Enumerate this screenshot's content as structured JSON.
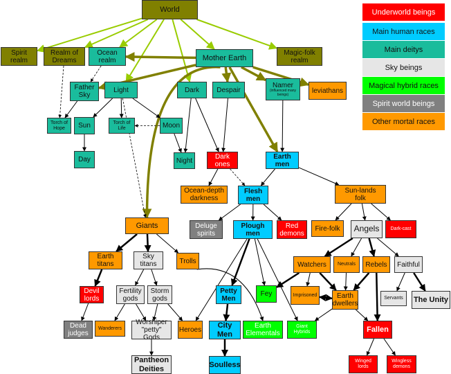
{
  "colors": {
    "world": "#808000",
    "underworld": "#ff0000",
    "human": "#00ccff",
    "deity": "#1abc9c",
    "sky": "#e6e6e6",
    "hybrid": "#00ff00",
    "spirit": "#808080",
    "mortal": "#ff9900",
    "edge_world": "#99cc00",
    "edge_olive": "#808000",
    "edge_dark": "#000000"
  },
  "legend": [
    {
      "label": "Underworld beings",
      "color": "#ff0000",
      "text_color": "#ffffff"
    },
    {
      "label": "Main human races",
      "color": "#00ccff",
      "text_color": "#111111"
    },
    {
      "label": "Main deitys",
      "color": "#1abc9c",
      "text_color": "#111111"
    },
    {
      "label": "Sky beings",
      "color": "#e6e6e6",
      "text_color": "#111111"
    },
    {
      "label": "Magical hybrid races",
      "color": "#00ff00",
      "text_color": "#111111"
    },
    {
      "label": "Spirit world beings",
      "color": "#808080",
      "text_color": "#ffffff"
    },
    {
      "label": "Other mortal races",
      "color": "#ff9900",
      "text_color": "#111111"
    }
  ],
  "nodes": [
    {
      "id": "world",
      "lines": [
        "World"
      ],
      "cat": "world"
    },
    {
      "id": "spirit-realm",
      "lines": [
        "Spirit",
        "realm"
      ],
      "cat": "world"
    },
    {
      "id": "realm-of-dreams",
      "lines": [
        "Realm of",
        "Dreams"
      ],
      "cat": "world"
    },
    {
      "id": "ocean-realm",
      "lines": [
        "Ocean",
        "realm"
      ],
      "cat": "deity"
    },
    {
      "id": "mother-earth",
      "lines": [
        "Mother Earth"
      ],
      "cat": "deity"
    },
    {
      "id": "magic-folk-realm",
      "lines": [
        "Magic-folk",
        "realm"
      ],
      "cat": "world"
    },
    {
      "id": "father-sky",
      "lines": [
        "Father",
        "Sky"
      ],
      "cat": "deity"
    },
    {
      "id": "light",
      "lines": [
        "Light"
      ],
      "cat": "deity"
    },
    {
      "id": "dark",
      "lines": [
        "Dark"
      ],
      "cat": "deity"
    },
    {
      "id": "despair",
      "lines": [
        "Despair"
      ],
      "cat": "deity"
    },
    {
      "id": "namer",
      "lines": [
        "Namer"
      ],
      "sub": "(influenced many beings)",
      "cat": "deity"
    },
    {
      "id": "leviathans",
      "lines": [
        "leviathans"
      ],
      "cat": "mortal"
    },
    {
      "id": "torch-of-hope",
      "lines": [
        "Torch of",
        "Hope"
      ],
      "cat": "deity"
    },
    {
      "id": "sun",
      "lines": [
        "Sun"
      ],
      "cat": "deity"
    },
    {
      "id": "torch-of-life",
      "lines": [
        "Torch of",
        "Life"
      ],
      "cat": "deity"
    },
    {
      "id": "moon",
      "lines": [
        "Moon"
      ],
      "cat": "deity"
    },
    {
      "id": "day",
      "lines": [
        "Day"
      ],
      "cat": "deity"
    },
    {
      "id": "night",
      "lines": [
        "Night"
      ],
      "cat": "deity"
    },
    {
      "id": "dark-ones",
      "lines": [
        "Dark",
        "ones"
      ],
      "cat": "underworld"
    },
    {
      "id": "earth-men",
      "lines": [
        "Earth",
        "men"
      ],
      "cat": "human"
    },
    {
      "id": "ocean-depth-darkness",
      "lines": [
        "Ocean-depth",
        "darkness"
      ],
      "cat": "mortal"
    },
    {
      "id": "flesh-men",
      "lines": [
        "Flesh",
        "men"
      ],
      "cat": "human"
    },
    {
      "id": "sun-lands-folk",
      "lines": [
        "Sun-lands",
        "folk"
      ],
      "cat": "mortal"
    },
    {
      "id": "giants",
      "lines": [
        "Giants"
      ],
      "cat": "mortal"
    },
    {
      "id": "deluge-spirits",
      "lines": [
        "Deluge",
        "spirits"
      ],
      "cat": "spirit"
    },
    {
      "id": "plough-men",
      "lines": [
        "Plough",
        "men"
      ],
      "cat": "human"
    },
    {
      "id": "red-demons",
      "lines": [
        "Red",
        "demons"
      ],
      "cat": "underworld"
    },
    {
      "id": "fire-folk",
      "lines": [
        "Fire-folk"
      ],
      "cat": "mortal"
    },
    {
      "id": "angels",
      "lines": [
        "Angels"
      ],
      "cat": "sky"
    },
    {
      "id": "dark-cast",
      "lines": [
        "Dark-cast"
      ],
      "cat": "underworld"
    },
    {
      "id": "earth-titans",
      "lines": [
        "Earth",
        "titans"
      ],
      "cat": "mortal"
    },
    {
      "id": "sky-titans",
      "lines": [
        "Sky",
        "titans"
      ],
      "cat": "sky"
    },
    {
      "id": "trolls",
      "lines": [
        "Trolls"
      ],
      "cat": "mortal"
    },
    {
      "id": "watchers",
      "lines": [
        "Watchers"
      ],
      "cat": "mortal"
    },
    {
      "id": "neutrals",
      "lines": [
        "Neutrals"
      ],
      "cat": "mortal"
    },
    {
      "id": "rebels",
      "lines": [
        "Rebels"
      ],
      "cat": "mortal"
    },
    {
      "id": "faithful",
      "lines": [
        "Faithful"
      ],
      "cat": "sky"
    },
    {
      "id": "devil-lords",
      "lines": [
        "Devil",
        "lords"
      ],
      "cat": "underworld"
    },
    {
      "id": "fertility-gods",
      "lines": [
        "Fertility",
        "gods"
      ],
      "cat": "sky"
    },
    {
      "id": "storm-gods",
      "lines": [
        "Storm",
        "gods"
      ],
      "cat": "sky"
    },
    {
      "id": "petty-men",
      "lines": [
        "Petty",
        "Men"
      ],
      "cat": "human"
    },
    {
      "id": "fey",
      "lines": [
        "Fey"
      ],
      "cat": "hybrid"
    },
    {
      "id": "imprisoned",
      "lines": [
        "Imprisoned"
      ],
      "cat": "mortal"
    },
    {
      "id": "earth-dwellers",
      "lines": [
        "Earth",
        "dwellers"
      ],
      "cat": "mortal"
    },
    {
      "id": "servants",
      "lines": [
        "Servants"
      ],
      "cat": "sky"
    },
    {
      "id": "the-unity",
      "lines": [
        "The Unity"
      ],
      "cat": "sky"
    },
    {
      "id": "dead-judges",
      "lines": [
        "Dead",
        "judges"
      ],
      "cat": "spirit"
    },
    {
      "id": "wanderers",
      "lines": [
        "Wanderers"
      ],
      "cat": "mortal"
    },
    {
      "id": "worshiper-petty-gods",
      "lines": [
        "Worshiper",
        "\"petty\" Gods"
      ],
      "cat": "sky"
    },
    {
      "id": "heroes",
      "lines": [
        "Heroes"
      ],
      "cat": "mortal"
    },
    {
      "id": "city-men",
      "lines": [
        "City",
        "Men"
      ],
      "cat": "human"
    },
    {
      "id": "earth-elementals",
      "lines": [
        "Earth",
        "Elementals"
      ],
      "cat": "hybrid"
    },
    {
      "id": "giant-hybrids",
      "lines": [
        "Giant",
        "Hybrids"
      ],
      "cat": "hybrid"
    },
    {
      "id": "fallen",
      "lines": [
        "Fallen"
      ],
      "cat": "underworld"
    },
    {
      "id": "pantheon-deities",
      "lines": [
        "Pantheon",
        "Deities"
      ],
      "cat": "sky"
    },
    {
      "id": "soulless",
      "lines": [
        "Soulless"
      ],
      "cat": "human"
    },
    {
      "id": "winged-lords",
      "lines": [
        "Winged",
        "lords"
      ],
      "cat": "underworld"
    },
    {
      "id": "wingless-demons",
      "lines": [
        "Wingless",
        "demons"
      ],
      "cat": "underworld"
    }
  ],
  "edges": [
    {
      "from": "world",
      "to": "spirit-realm",
      "style": "world"
    },
    {
      "from": "world",
      "to": "realm-of-dreams",
      "style": "world"
    },
    {
      "from": "world",
      "to": "ocean-realm",
      "style": "world"
    },
    {
      "from": "world",
      "to": "mother-earth",
      "style": "world"
    },
    {
      "from": "world",
      "to": "magic-folk-realm",
      "style": "world"
    },
    {
      "from": "world",
      "to": "light",
      "style": "world"
    },
    {
      "from": "world",
      "to": "dark",
      "style": "world"
    },
    {
      "from": "mother-earth",
      "to": "ocean-realm",
      "style": "olive"
    },
    {
      "from": "mother-earth",
      "to": "father-sky",
      "style": "olive"
    },
    {
      "from": "mother-earth",
      "to": "despair",
      "style": "olive"
    },
    {
      "from": "mother-earth",
      "to": "namer",
      "style": "olive"
    },
    {
      "from": "mother-earth",
      "to": "leviathans",
      "style": "olive"
    },
    {
      "from": "mother-earth",
      "to": "earth-men",
      "style": "olive"
    },
    {
      "from": "mother-earth",
      "to": "giants",
      "style": "olive",
      "curve": true
    },
    {
      "from": "father-sky",
      "to": "torch-of-hope",
      "style": "thin"
    },
    {
      "from": "light",
      "to": "sun",
      "style": "thin"
    },
    {
      "from": "light",
      "to": "torch-of-life",
      "style": "thin"
    },
    {
      "from": "light",
      "to": "moon",
      "style": "thin"
    },
    {
      "from": "sun",
      "to": "day",
      "style": "thin"
    },
    {
      "from": "moon",
      "to": "night",
      "style": "thin"
    },
    {
      "from": "dark",
      "to": "night",
      "style": "thin"
    },
    {
      "from": "dark",
      "to": "dark-ones",
      "style": "thin"
    },
    {
      "from": "despair",
      "to": "dark-ones",
      "style": "thin"
    },
    {
      "from": "namer",
      "to": "earth-men",
      "style": "thin"
    },
    {
      "from": "realm-of-dreams",
      "to": "torch-of-hope",
      "style": "dash"
    },
    {
      "from": "ocean-realm",
      "to": "father-sky",
      "style": "dash"
    },
    {
      "from": "moon",
      "to": "torch-of-life",
      "style": "dash"
    },
    {
      "from": "light",
      "to": "giants",
      "style": "dash"
    },
    {
      "from": "dark-ones",
      "to": "ocean-depth-darkness",
      "style": "thin"
    },
    {
      "from": "dark-ones",
      "to": "flesh-men",
      "style": "dash"
    },
    {
      "from": "earth-men",
      "to": "flesh-men",
      "style": "thin"
    },
    {
      "from": "earth-men",
      "to": "sun-lands-folk",
      "style": "thin"
    },
    {
      "from": "flesh-men",
      "to": "deluge-spirits",
      "style": "thin"
    },
    {
      "from": "flesh-men",
      "to": "plough-men",
      "style": "thin"
    },
    {
      "from": "flesh-men",
      "to": "red-demons",
      "style": "thin"
    },
    {
      "from": "sun-lands-folk",
      "to": "fire-folk",
      "style": "thin"
    },
    {
      "from": "sun-lands-folk",
      "to": "angels",
      "style": "thin"
    },
    {
      "from": "sun-lands-folk",
      "to": "dark-cast",
      "style": "thin"
    },
    {
      "from": "giants",
      "to": "earth-titans",
      "style": "bold"
    },
    {
      "from": "giants",
      "to": "sky-titans",
      "style": "bold"
    },
    {
      "from": "giants",
      "to": "trolls",
      "style": "thin"
    },
    {
      "from": "angels",
      "to": "watchers",
      "style": "bold"
    },
    {
      "from": "angels",
      "to": "neutrals",
      "style": "thin"
    },
    {
      "from": "angels",
      "to": "rebels",
      "style": "bold"
    },
    {
      "from": "angels",
      "to": "faithful",
      "style": "thin"
    },
    {
      "from": "earth-titans",
      "to": "devil-lords",
      "style": "bold"
    },
    {
      "from": "sky-titans",
      "to": "fertility-gods",
      "style": "thin"
    },
    {
      "from": "sky-titans",
      "to": "storm-gods",
      "style": "thin"
    },
    {
      "from": "plough-men",
      "to": "petty-men",
      "style": "bold"
    },
    {
      "from": "plough-men",
      "to": "fey",
      "style": "thin"
    },
    {
      "from": "plough-men",
      "to": "giant-hybrids",
      "style": "thin"
    },
    {
      "from": "plough-men",
      "to": "heroes",
      "style": "thin"
    },
    {
      "from": "trolls",
      "to": "earth-elementals",
      "style": "thin",
      "curve": true
    },
    {
      "from": "watchers",
      "to": "fey",
      "style": "bold"
    },
    {
      "from": "watchers",
      "to": "imprisoned",
      "style": "thin"
    },
    {
      "from": "watchers",
      "to": "earth-dwellers",
      "style": "bold"
    },
    {
      "from": "neutrals",
      "to": "earth-dwellers",
      "style": "thin"
    },
    {
      "from": "rebels",
      "to": "earth-dwellers",
      "style": "bold"
    },
    {
      "from": "rebels",
      "to": "fallen",
      "style": "bold"
    },
    {
      "from": "faithful",
      "to": "servants",
      "style": "thin"
    },
    {
      "from": "faithful",
      "to": "the-unity",
      "style": "bold"
    },
    {
      "from": "imprisoned",
      "to": "earth-dwellers",
      "style": "bold",
      "double": true
    },
    {
      "from": "devil-lords",
      "to": "dead-judges",
      "style": "thin"
    },
    {
      "from": "fertility-gods",
      "to": "wanderers",
      "style": "thin"
    },
    {
      "from": "fertility-gods",
      "to": "worshiper-petty-gods",
      "style": "thin"
    },
    {
      "from": "storm-gods",
      "to": "worshiper-petty-gods",
      "style": "thin"
    },
    {
      "from": "storm-gods",
      "to": "heroes",
      "style": "thin"
    },
    {
      "from": "petty-men",
      "to": "city-men",
      "style": "bold"
    },
    {
      "from": "earth-dwellers",
      "to": "giant-hybrids",
      "style": "thin"
    },
    {
      "from": "earth-dwellers",
      "to": "fallen",
      "style": "thin"
    },
    {
      "from": "worshiper-petty-gods",
      "to": "pantheon-deities",
      "style": "thin"
    },
    {
      "from": "city-men",
      "to": "soulless",
      "style": "bold"
    },
    {
      "from": "fallen",
      "to": "winged-lords",
      "style": "thin"
    },
    {
      "from": "fallen",
      "to": "wingless-demons",
      "style": "thin"
    }
  ]
}
